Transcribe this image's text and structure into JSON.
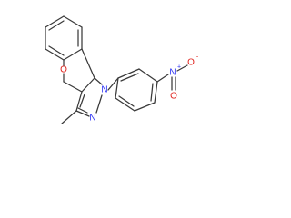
{
  "structure": {
    "atoms": {
      "ring_oxygen": "O",
      "pyrazole_n1": "N",
      "pyrazole_n2": "N",
      "nitro_n": "N",
      "nitro_o_top": "O",
      "nitro_o_bottom": "O"
    },
    "charges": {
      "nitro_n": "+",
      "nitro_o_top": "-"
    },
    "colors": {
      "bond": "#3a3a3a",
      "oxygen": "#e0211b",
      "nitrogen": "#2d33f3"
    }
  }
}
